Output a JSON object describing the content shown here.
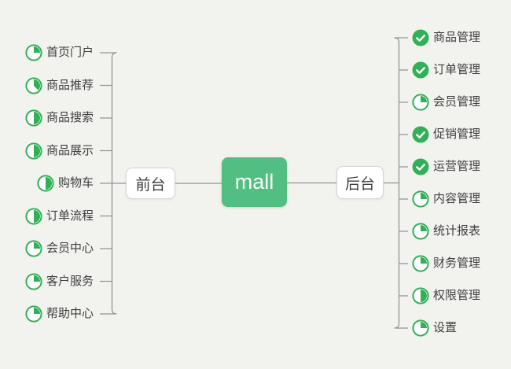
{
  "root": {
    "label": "mall"
  },
  "branches": [
    {
      "label": "前台",
      "side": "left",
      "children": [
        {
          "label": "首页门户",
          "progress": 0.25
        },
        {
          "label": "商品推荐",
          "progress": 0.375
        },
        {
          "label": "商品搜索",
          "progress": 0.5
        },
        {
          "label": "商品展示",
          "progress": 0.5
        },
        {
          "label": "购物车",
          "progress": 0.5
        },
        {
          "label": "订单流程",
          "progress": 0.5
        },
        {
          "label": "会员中心",
          "progress": 0.25
        },
        {
          "label": "客户服务",
          "progress": 0.25
        },
        {
          "label": "帮助中心",
          "progress": 0.25
        }
      ]
    },
    {
      "label": "后台",
      "side": "right",
      "children": [
        {
          "label": "商品管理",
          "progress": 1
        },
        {
          "label": "订单管理",
          "progress": 1
        },
        {
          "label": "会员管理",
          "progress": 0.25
        },
        {
          "label": "促销管理",
          "progress": 1
        },
        {
          "label": "运营管理",
          "progress": 1
        },
        {
          "label": "内容管理",
          "progress": 0.25
        },
        {
          "label": "统计报表",
          "progress": 0.25
        },
        {
          "label": "财务管理",
          "progress": 0.25
        },
        {
          "label": "权限管理",
          "progress": 0.5
        },
        {
          "label": "设置",
          "progress": 0.25
        }
      ]
    }
  ],
  "colors": {
    "background": "#f2f2ef",
    "icon_green": "#31b058",
    "root_fill": "#52be82",
    "line_gray": "#949494",
    "node_border": "#d4d4d4",
    "text_dark": "#3f3f3f"
  },
  "icon_legend": {
    "done": "check-icon",
    "partial": "pie-progress-icon"
  }
}
